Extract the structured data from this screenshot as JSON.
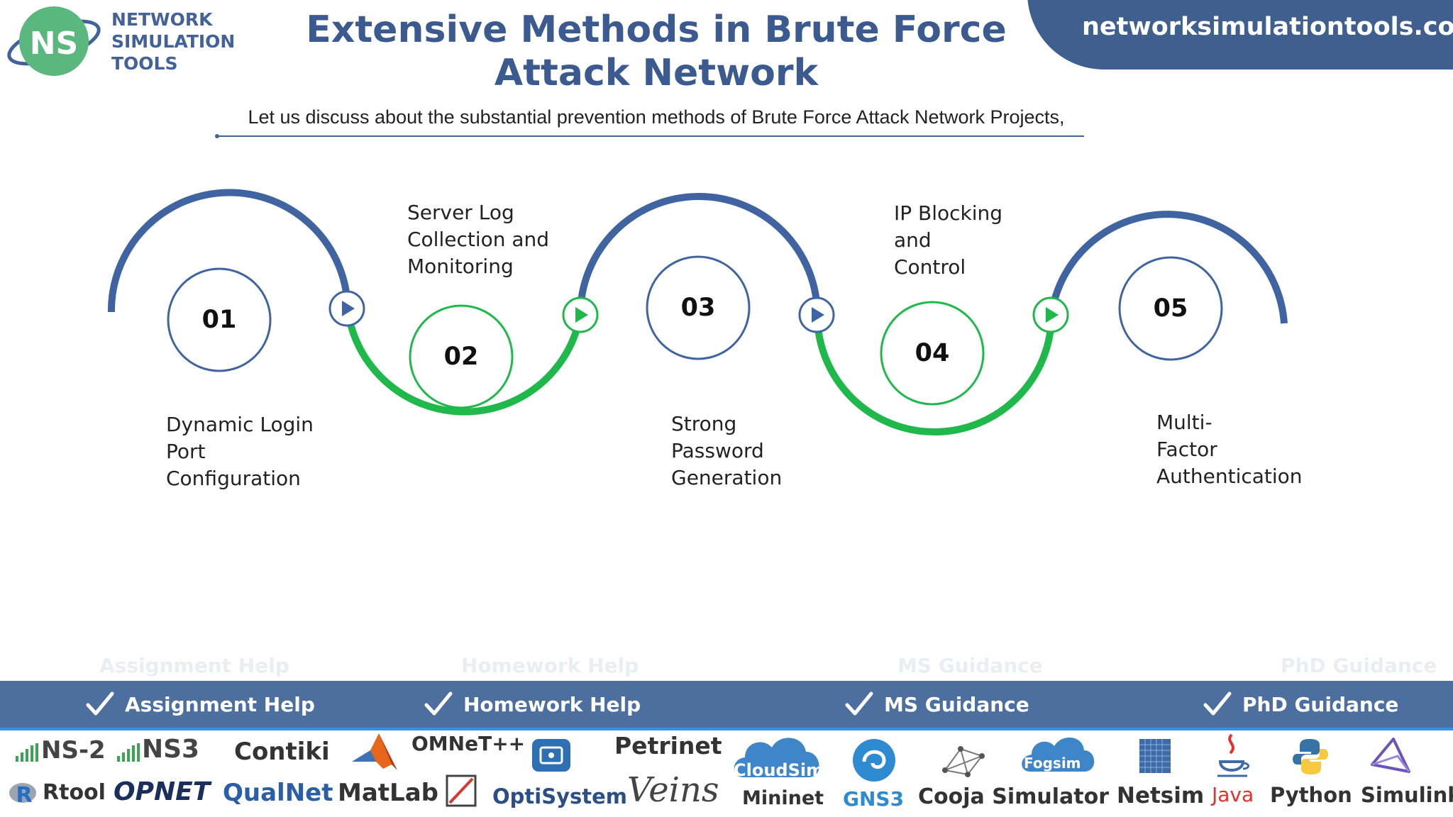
{
  "header": {
    "logo_mark": "NS",
    "logo_lines": [
      "NETWORK",
      "SIMULATION",
      "TOOLS"
    ],
    "title_line1": "Extensive Methods in Brute Force",
    "title_line2": "Attack Network",
    "subtitle": "Let us discuss about the substantial prevention methods of Brute Force Attack Network Projects,",
    "site_url": "networksimulationtools.com"
  },
  "colors": {
    "blue_arc": "#3f64a1",
    "green_arc": "#1fb84a",
    "title": "#3b5a8f",
    "banner": "#3f5f8f",
    "bar": "#4c6f9f",
    "logo_green": "#5ab87e"
  },
  "steps": [
    {
      "number": "01",
      "label": "Dynamic Login\nPort\nConfiguration",
      "arc": "blue"
    },
    {
      "number": "02",
      "label": "Server Log\nCollection and\nMonitoring",
      "arc": "green"
    },
    {
      "number": "03",
      "label": "Strong\nPassword\nGeneration",
      "arc": "blue"
    },
    {
      "number": "04",
      "label": "IP Blocking\nand\nControl",
      "arc": "green"
    },
    {
      "number": "05",
      "label": "Multi-\nFactor\nAuthentication",
      "arc": "blue"
    }
  ],
  "services": [
    "Assignment Help",
    "Homework Help",
    "MS  Guidance",
    "PhD  Guidance"
  ],
  "tools": {
    "row1": [
      "NS-2",
      "NS3",
      "Contiki",
      "OMNeT++",
      "Petrinet",
      "CloudSim",
      "Fogsim"
    ],
    "row2": [
      "Rtool",
      "OPNET",
      "QualNet",
      "MatLab",
      "OptiSystem",
      "Veins",
      "Mininet",
      "GNS3",
      "Cooja Simulator",
      "Netsim",
      "Java",
      "Python",
      "Simulink"
    ]
  }
}
